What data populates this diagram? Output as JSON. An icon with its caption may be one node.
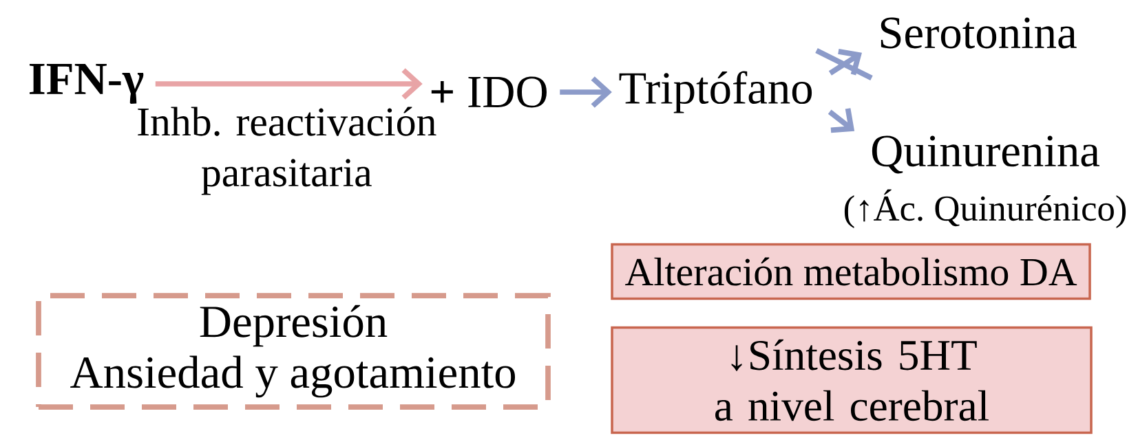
{
  "diagram": {
    "nodes": [
      {
        "text": [
          "IFN-γ"
        ]
      },
      {
        "text": [
          "**+** IDO"
        ]
      },
      {
        "text": [
          "Triptófano"
        ]
      },
      {
        "text": [
          "Serotonina"
        ]
      },
      {
        "text": [
          "Quinurenina"
        ],
        "beside": [
          "(↑Ác. Quinurénico)"
        ]
      },
      {
        "text": [
          "Alteración metabolismo DA"
        ]
      },
      {
        "text": [
          "↓Síntesis 5HT a nivel cerebral"
        ]
      },
      {
        "text": [
          "Depresión",
          "Ansiedad y agotamiento"
        ]
      }
    ],
    "edges": [
      {
        "from": 0,
        "to": 1,
        "arrow": "to",
        "label": "Inhb. reactivación parasitaria",
        "color": "#e8a4a6"
      },
      {
        "from": 1,
        "to": 2,
        "arrow": "to"
      },
      {
        "from": 2,
        "to": 3,
        "arrow": "to"
      },
      {
        "from": 2,
        "to": 4,
        "arrow": "to"
      }
    ]
  }
}
